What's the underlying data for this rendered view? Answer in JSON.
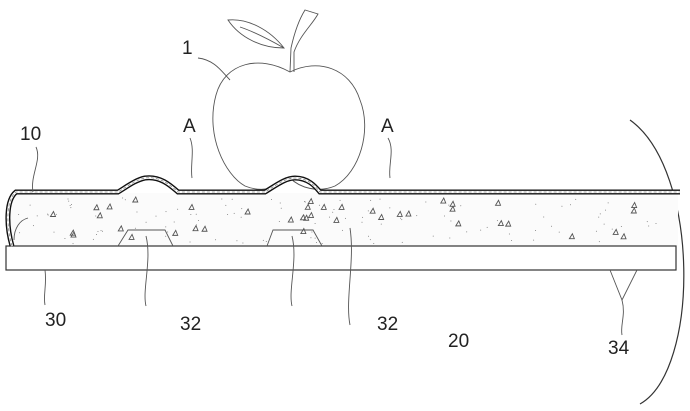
{
  "labels": {
    "apple": "1",
    "film": "10",
    "bump_left": "A",
    "bump_right": "A",
    "filler": "20",
    "base": "30",
    "pad_left": "32",
    "pad_right": "32",
    "support": "34"
  }
}
